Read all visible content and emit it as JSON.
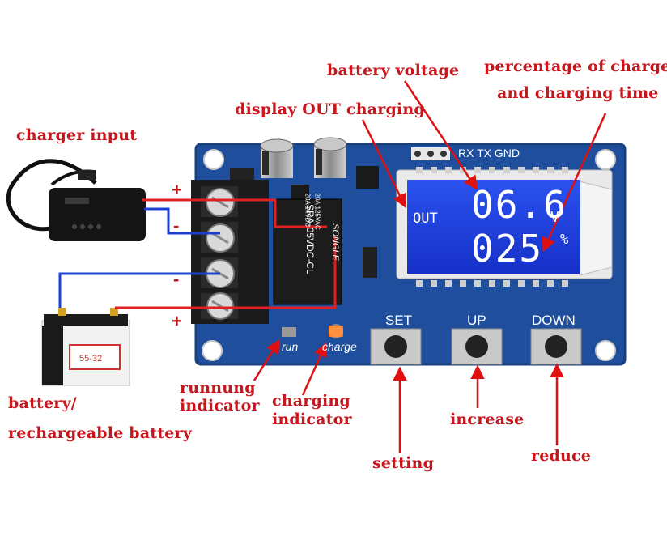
{
  "annotations": {
    "battery_voltage": "battery voltage",
    "percentage_line1": "percentage of charge",
    "percentage_line2": "and charging time",
    "display_out": "display OUT charging",
    "charger_input": "charger input",
    "battery_line1": "battery/",
    "battery_line2": "rechargeable battery",
    "running_line1": "runnung",
    "running_line2": "indicator",
    "charging_line1": "charging",
    "charging_line2": "indicator",
    "increase": "increase",
    "setting": "setting",
    "reduce": "reduce"
  },
  "board": {
    "header_pins": "RX TX GND",
    "lcd_out": "OUT",
    "lcd_voltage": "06.6",
    "lcd_voltage_unit": "V",
    "lcd_percent": "025",
    "lcd_percent_unit": "%",
    "relay_model": "SRA-05VDC-CL",
    "relay_brand": "SONGLE",
    "relay_rating1": "20A 14VDC",
    "relay_rating2": "20A 125VAC",
    "btn_set": "SET",
    "btn_up": "UP",
    "btn_down": "DOWN",
    "led_run": "run",
    "led_charge": "charge",
    "terminal_signs": [
      "+",
      "-",
      "-",
      "+"
    ]
  },
  "colors": {
    "annotation": "#c8161d",
    "pcb": "#1f4f9c",
    "lcd": "#1b3fe0",
    "wire_red": "#e02020",
    "wire_blue": "#1b3fd0"
  }
}
